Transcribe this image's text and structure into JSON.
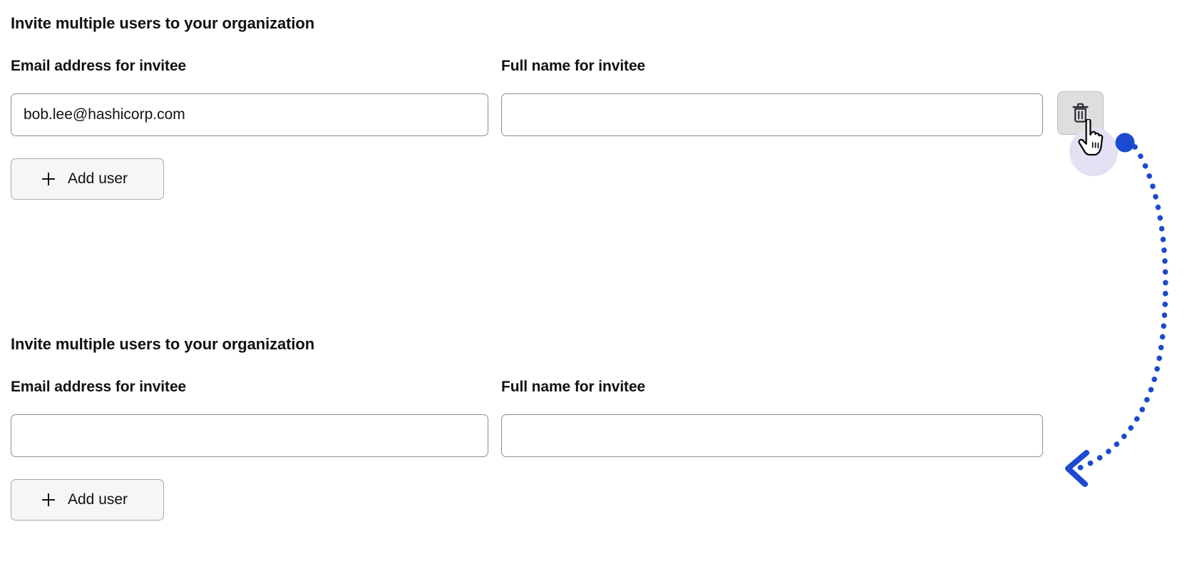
{
  "sections": [
    {
      "title": "Invite multiple users to your organization",
      "email_label": "Email address for invitee",
      "name_label": "Full name for invitee",
      "email_value": "bob.lee@hashicorp.com",
      "email_placeholder": "",
      "name_value": "",
      "name_placeholder": "",
      "add_user_label": "Add user",
      "has_delete_button": true,
      "delete_icon": "trash-icon",
      "plus_icon": "plus-icon"
    },
    {
      "title": "Invite multiple users to your organization",
      "email_label": "Email address for invitee",
      "name_label": "Full name for invitee",
      "email_value": "",
      "email_placeholder": "",
      "name_value": "",
      "name_placeholder": "",
      "add_user_label": "Add user",
      "has_delete_button": false,
      "delete_icon": "",
      "plus_icon": "plus-icon"
    }
  ],
  "annotation": {
    "cursor_icon": "pointing-hand-cursor",
    "click_marker_icon": "click-dot-marker",
    "arrow_icon": "curved-dotted-arrow",
    "arrow_head_icon": "chevron-left-arrowhead"
  },
  "colors": {
    "page_background": "#ffffff",
    "text": "#101115",
    "input_border": "#8c8f9a",
    "button_background": "#f6f6f7",
    "button_border": "#a5a8b0",
    "delete_button_background": "#dedee0",
    "delete_button_border": "#bcbcc1",
    "annotation_blue": "#1b4ad0",
    "cursor_halo": "#e4e1f4"
  }
}
